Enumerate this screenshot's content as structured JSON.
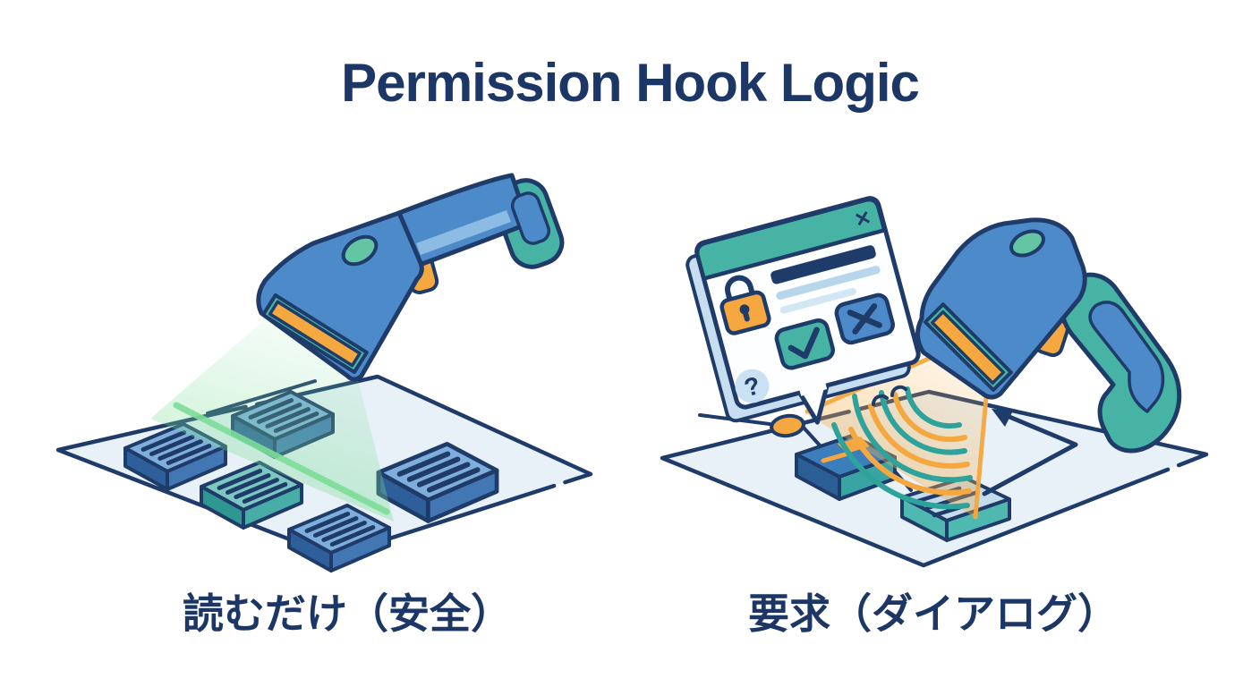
{
  "title": "Permission Hook Logic",
  "panels": {
    "left": {
      "caption": "読むだけ（安全）"
    },
    "right": {
      "caption": "要求（ダイアログ）"
    }
  },
  "glyphs": {
    "close": "✕",
    "question": "?"
  },
  "palette": {
    "bg": "#FFFFFF",
    "navy": "#1C3765",
    "outline": "#1F3B69",
    "blue": "#4D8AC9",
    "blue_light": "#93C1E6",
    "teal": "#46B3A4",
    "teal_dark": "#2EA39B",
    "green": "#63C5A3",
    "orange": "#F4A83F",
    "beam_green": "#7CDD98",
    "beam_orange": "#F7AF4C",
    "surface": "#E8F1F8",
    "white": "#FCFEFF",
    "dialog_panel": "#C6DEF0",
    "line_light": "#B7D6EC",
    "line_lighter": "#D3E6F3",
    "question_bg": "#C9E1F2",
    "box_top": "#3C7EBC",
    "box_front": "#2B5E95",
    "box_side": "#3AA4A4",
    "tile_blue_top": "#7FAEDC",
    "tile_blue_front": "#2F5F9A",
    "tile_blue_side": "#4377B3",
    "tile_teal_top": "#7CC7C1",
    "tile_teal_front": "#2F9792",
    "tile_teal_side": "#49ADA7",
    "flow_tile_top": "#C3DBEA",
    "flow_tile_side": "#4FB8B0"
  }
}
